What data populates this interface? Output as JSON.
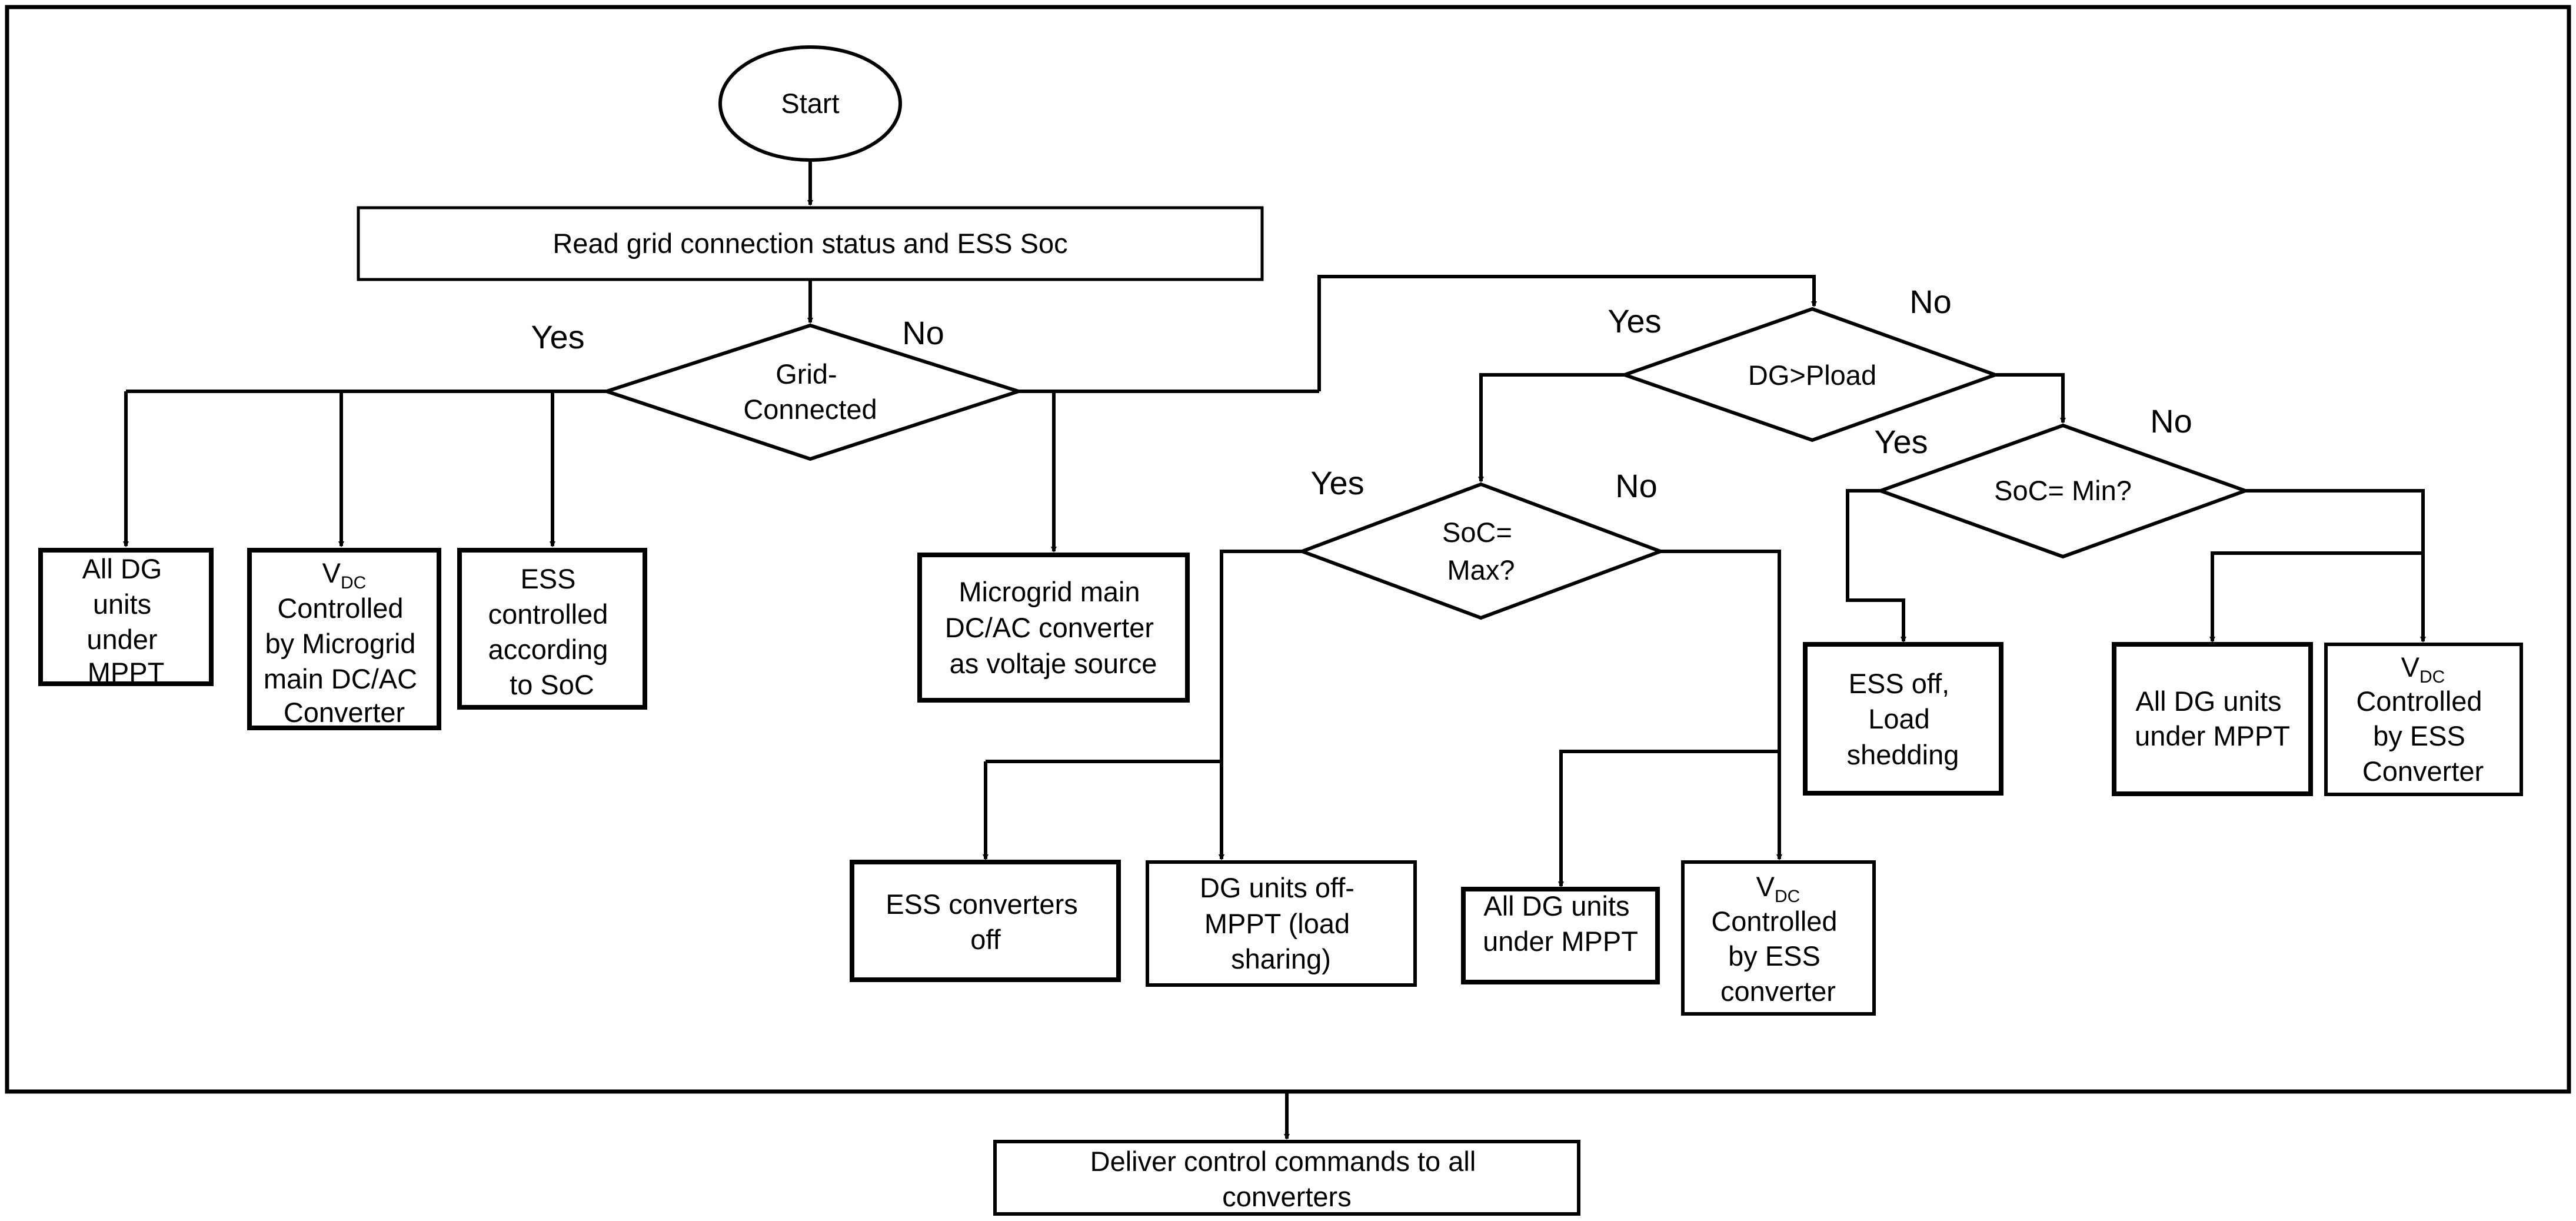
{
  "nodes": {
    "start": "Start",
    "read": "Read grid connection status and ESS Soc",
    "grid_connected": {
      "lines": [
        "Grid-",
        "Connected"
      ]
    },
    "gc_all_dg": {
      "lines": [
        "All DG",
        "units",
        "under",
        "MPPT"
      ]
    },
    "gc_vdc": {
      "v": "V",
      "sub": "DC",
      "lines": [
        "Controlled",
        "by Microgrid",
        "main DC/AC",
        "Converter"
      ]
    },
    "gc_ess": {
      "lines": [
        "ESS",
        "controlled",
        "according",
        "to SoC"
      ]
    },
    "microgrid_vs": {
      "lines": [
        "Microgrid main",
        "DC/AC converter",
        "as voltaje source"
      ]
    },
    "dg_pload": "DG>Pload",
    "soc_max": {
      "lines": [
        "SoC=",
        "Max?"
      ]
    },
    "soc_min": "SoC= Min?",
    "ess_conv_off": {
      "lines": [
        "ESS converters",
        "off"
      ]
    },
    "dg_off_mppt": {
      "lines": [
        "DG units off-",
        "MPPT (load",
        "sharing)"
      ]
    },
    "max_no_all_dg": {
      "lines": [
        "All DG units",
        "under MPPT"
      ]
    },
    "max_no_vdc": {
      "v": "V",
      "sub": "DC",
      "lines": [
        "Controlled",
        "by ESS",
        "converter"
      ]
    },
    "ess_off_shed": {
      "lines": [
        "ESS off,",
        "Load",
        "shedding"
      ]
    },
    "min_no_all_dg": {
      "lines": [
        "All DG units",
        "under MPPT"
      ]
    },
    "min_no_vdc": {
      "v": "V",
      "sub": "DC",
      "lines": [
        "Controlled",
        "by ESS",
        "Converter"
      ]
    },
    "deliver": {
      "lines": [
        "Deliver control commands to all",
        "converters"
      ]
    }
  },
  "edge_labels": {
    "grid_yes": "Yes",
    "grid_no": "No",
    "dg_yes": "Yes",
    "dg_no": "No",
    "max_yes": "Yes",
    "max_no": "No",
    "min_yes": "Yes",
    "min_no": "No"
  }
}
